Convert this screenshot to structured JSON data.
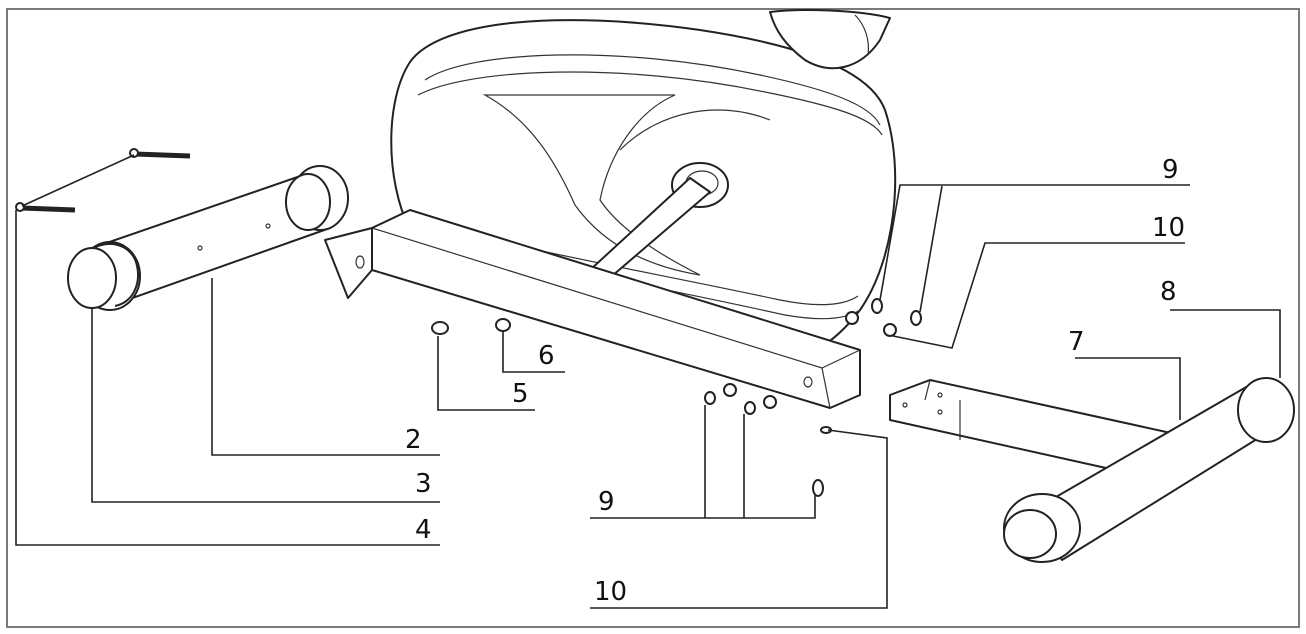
{
  "callouts": {
    "c2": "2",
    "c3": "3",
    "c4": "4",
    "c5": "5",
    "c6": "6",
    "c7": "7",
    "c8": "8",
    "c9_top": "9",
    "c10_top": "10",
    "c9_bottom": "9",
    "c10_bottom": "10"
  }
}
